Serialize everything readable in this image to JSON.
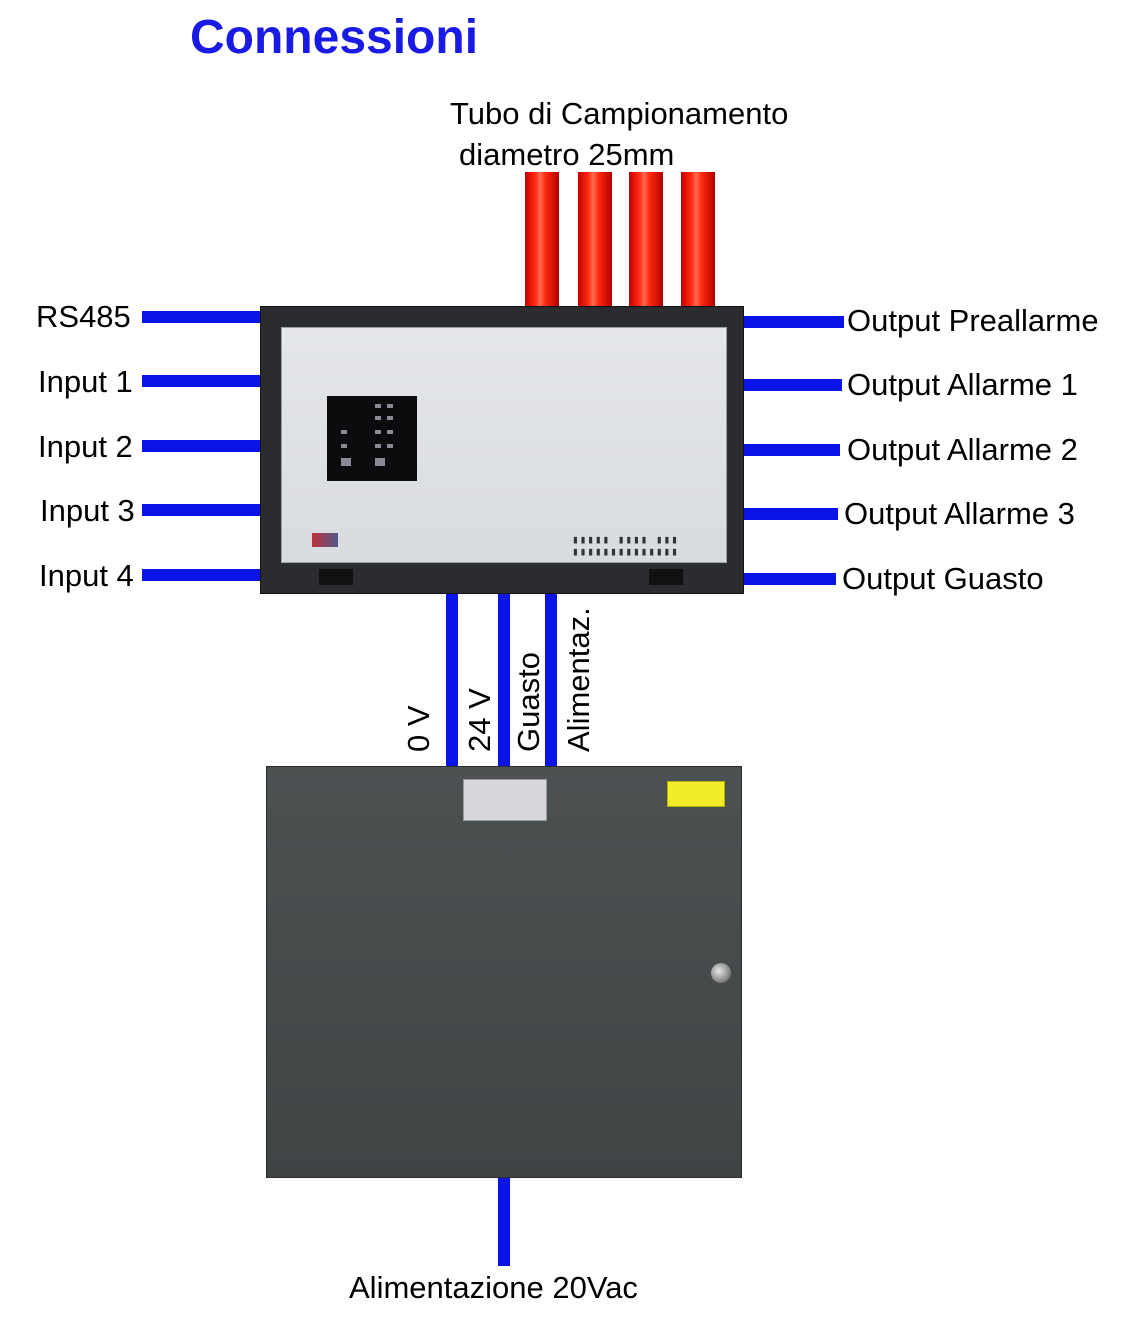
{
  "title": "Connessioni",
  "pipe_label": {
    "line1": "Tubo di Campionamento",
    "line2": "diametro 25mm"
  },
  "left_connections": [
    "RS485",
    "Input 1",
    "Input 2",
    "Input 3",
    "Input 4"
  ],
  "right_connections": [
    "Output Preallarme",
    "Output Allarme 1",
    "Output Allarme 2",
    "Output Allarme 3",
    "Output Guasto"
  ],
  "power_wires": [
    "0 V",
    "24 V",
    "Guasto",
    "Alimentaz."
  ],
  "power_input": "Alimentazione 20Vac",
  "colors": {
    "title": "#1a1ae6",
    "wire": "#0a14e6",
    "pipe": "#ff2a10",
    "cabinet": "#4a4f50",
    "detector_frame": "#2b2c30",
    "detector_face": "#e0e2e6"
  }
}
